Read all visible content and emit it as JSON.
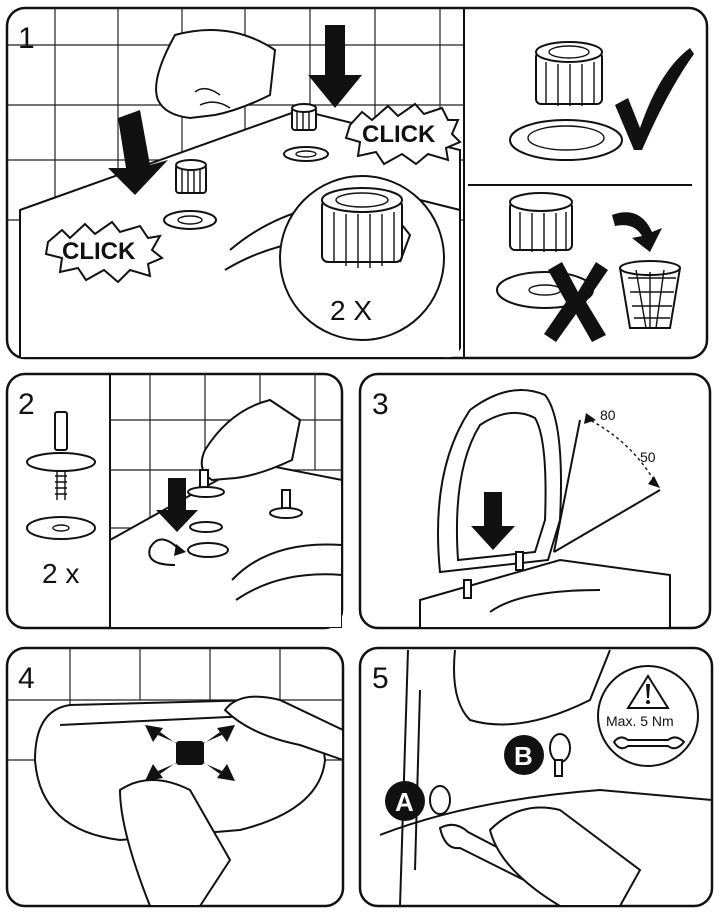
{
  "steps": {
    "step1": {
      "number": "1",
      "click_left": "CLICK",
      "click_right": "CLICK",
      "count": "2 X"
    },
    "step2": {
      "number": "2",
      "count": "2 x"
    },
    "step3": {
      "number": "3",
      "angle_a": "80",
      "angle_b": "50"
    },
    "step4": {
      "number": "4"
    },
    "step5": {
      "number": "5",
      "label_a": "A",
      "label_b": "B",
      "torque": "Max. 5 Nm"
    }
  },
  "icons": [
    "hand-icon",
    "down-arrow-icon",
    "click-burst-icon",
    "adapter-icon",
    "washer-icon",
    "checkmark-icon",
    "cross-icon",
    "wastebasket-icon",
    "bolt-icon",
    "rotate-icon",
    "move-arrows-icon",
    "warning-icon",
    "wrench-icon"
  ],
  "colors": {
    "ink": "#111111",
    "paper": "#ffffff"
  }
}
